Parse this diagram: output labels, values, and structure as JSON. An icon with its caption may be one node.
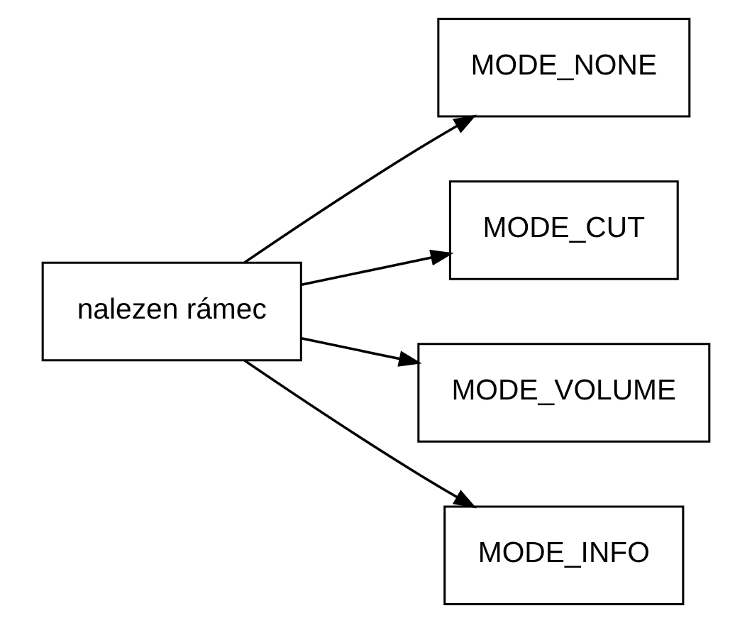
{
  "diagram": {
    "nodes": [
      {
        "text": [
          "nalezen rámec"
        ]
      },
      {
        "text": [
          "MODE_NONE"
        ]
      },
      {
        "text": [
          "MODE_CUT"
        ]
      },
      {
        "text": [
          "MODE_VOLUME"
        ]
      },
      {
        "text": [
          "MODE_INFO"
        ]
      }
    ],
    "edges": [
      {
        "from": 0,
        "to": 1,
        "arrow": "to"
      },
      {
        "from": 0,
        "to": 2,
        "arrow": "to"
      },
      {
        "from": 0,
        "to": 3,
        "arrow": "to"
      },
      {
        "from": 0,
        "to": 4,
        "arrow": "to"
      }
    ]
  }
}
